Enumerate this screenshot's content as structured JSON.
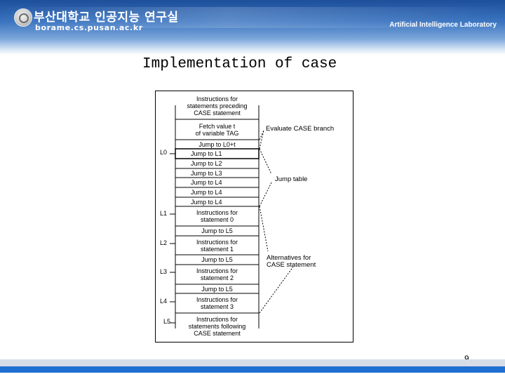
{
  "header": {
    "university": "부산대학교 인공지능 연구실",
    "domain": "borame.cs.pusan.ac.kr",
    "lab": "Artificial Intelligence Laboratory"
  },
  "slide": {
    "title": "Implementation of case",
    "page_number": "9"
  },
  "figure": {
    "cells": [
      "Instructions for\nstatements preceding\nCASE statement",
      "Fetch value t\nof variable TAG",
      "Jump to L0+t",
      "Jump to L1",
      "Jump to L2",
      "Jump to L3",
      "Jump to L4",
      "Jump to L4",
      "Jump to L4",
      "Instructions for\nstatement 0",
      "Jump to L5",
      "Instructions for\nstatement 1",
      "Jump to L5",
      "Instructions for\nstatement 2",
      "Jump to L5",
      "Instructions for\nstatement 3",
      "Instructions for\nstatements following\nCASE statement"
    ],
    "labels": [
      "L0",
      "L1",
      "L2",
      "L3",
      "L4",
      "L5"
    ],
    "annotations": {
      "evaluate": "Evaluate CASE branch",
      "jump_table": "Jump table",
      "alternatives": "Alternatives for\nCASE statement"
    }
  }
}
